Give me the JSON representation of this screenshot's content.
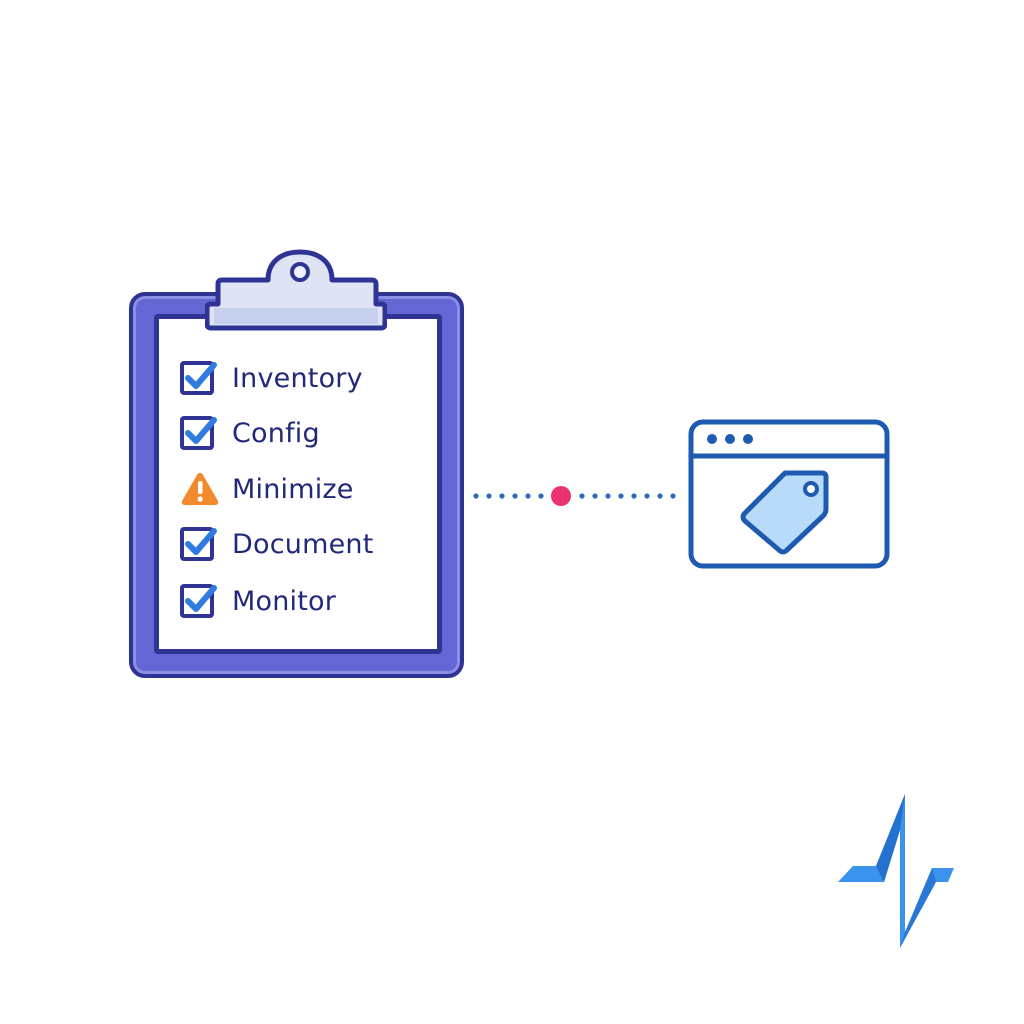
{
  "checklist": {
    "items": [
      {
        "label": "Inventory",
        "status": "checked",
        "icon": "checkbox-checked-icon"
      },
      {
        "label": "Config",
        "status": "checked",
        "icon": "checkbox-checked-icon"
      },
      {
        "label": "Minimize",
        "status": "warning",
        "icon": "warning-triangle-icon"
      },
      {
        "label": "Document",
        "status": "checked",
        "icon": "checkbox-checked-icon"
      },
      {
        "label": "Monitor",
        "status": "checked",
        "icon": "checkbox-checked-icon"
      }
    ]
  },
  "connector": {
    "style": "dotted",
    "node_color": "#e8336f",
    "dot_color": "#2b6cb8"
  },
  "target": {
    "icon": "browser-window-tag-icon"
  },
  "brand": {
    "icon": "pulse-logo-icon"
  },
  "colors": {
    "board": "#6466d4",
    "board_border": "#2f3494",
    "text": "#22297a",
    "check": "#2f7be0",
    "warning": "#f08a2c",
    "browser": "#1e5bb0",
    "tag_fill": "#b9dbfa",
    "logo": "#3a94ee"
  }
}
